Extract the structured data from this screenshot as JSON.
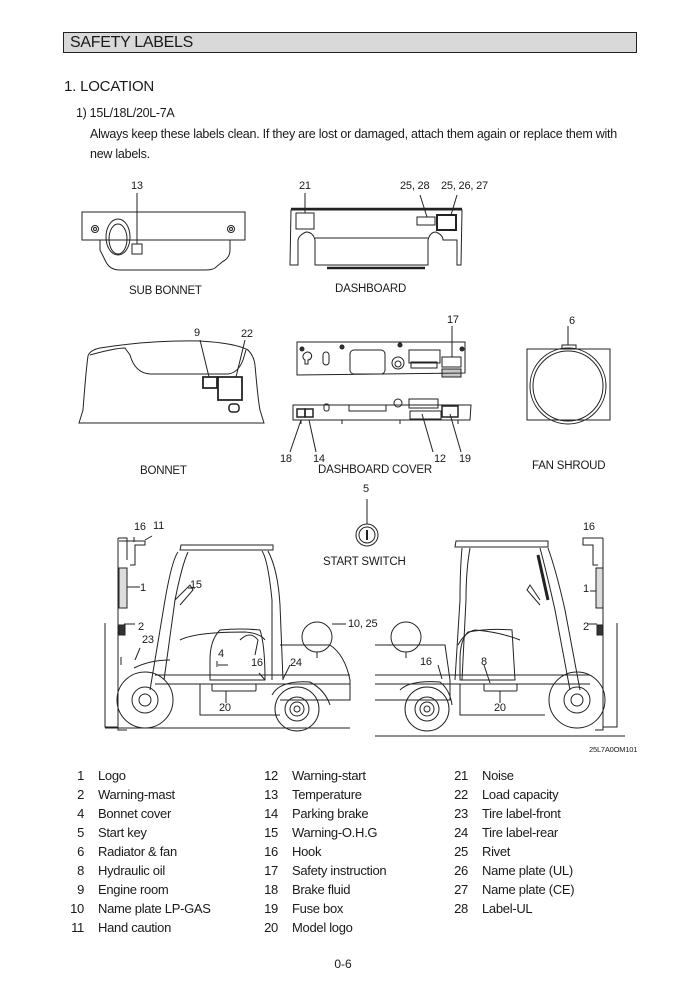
{
  "header": {
    "title": "SAFETY LABELS"
  },
  "section": {
    "heading": "1. LOCATION",
    "subheading": "1) 15L/18L/20L-7A",
    "paragraph": "Always keep these labels clean.  If they are lost or damaged, attach them again or replace them with  new labels."
  },
  "figures": {
    "sub_bonnet": {
      "caption": "SUB BONNET",
      "callouts": [
        "13"
      ]
    },
    "dashboard": {
      "caption": "DASHBOARD",
      "callouts": [
        "21",
        "25, 28",
        "25, 26, 27"
      ]
    },
    "bonnet": {
      "caption": "BONNET",
      "callouts": [
        "9",
        "22"
      ]
    },
    "dashboard_cover": {
      "caption": "DASHBOARD COVER",
      "callouts": [
        "17",
        "18",
        "14",
        "12",
        "19"
      ]
    },
    "fan_shroud": {
      "caption": "FAN SHROUD",
      "callouts": [
        "6"
      ]
    },
    "start_switch": {
      "caption": "START SWITCH",
      "callouts": [
        "5"
      ]
    },
    "forklift_left": {
      "callouts": [
        "16",
        "11",
        "1",
        "15",
        "2",
        "23",
        "4",
        "16",
        "24",
        "20",
        "10, 25"
      ]
    },
    "forklift_right": {
      "callouts": [
        "16",
        "1",
        "2",
        "16",
        "8",
        "20"
      ]
    },
    "figure_code": "25L7A0OM101"
  },
  "legend": {
    "columns": [
      [
        {
          "num": "1",
          "label": "Logo"
        },
        {
          "num": "2",
          "label": "Warning-mast"
        },
        {
          "num": "4",
          "label": "Bonnet cover"
        },
        {
          "num": "5",
          "label": "Start key"
        },
        {
          "num": "6",
          "label": "Radiator & fan"
        },
        {
          "num": "8",
          "label": "Hydraulic oil"
        },
        {
          "num": "9",
          "label": "Engine room"
        },
        {
          "num": "10",
          "label": "Name plate LP-GAS"
        },
        {
          "num": "11",
          "label": "Hand caution"
        }
      ],
      [
        {
          "num": "12",
          "label": "Warning-start"
        },
        {
          "num": "13",
          "label": "Temperature"
        },
        {
          "num": "14",
          "label": "Parking brake"
        },
        {
          "num": "15",
          "label": "Warning-O.H.G"
        },
        {
          "num": "16",
          "label": "Hook"
        },
        {
          "num": "17",
          "label": "Safety instruction"
        },
        {
          "num": "18",
          "label": "Brake fluid"
        },
        {
          "num": "19",
          "label": "Fuse box"
        },
        {
          "num": "20",
          "label": "Model logo"
        }
      ],
      [
        {
          "num": "21",
          "label": "Noise"
        },
        {
          "num": "22",
          "label": "Load capacity"
        },
        {
          "num": "23",
          "label": "Tire label-front"
        },
        {
          "num": "24",
          "label": "Tire label-rear"
        },
        {
          "num": "25",
          "label": "Rivet"
        },
        {
          "num": "26",
          "label": "Name plate (UL)"
        },
        {
          "num": "27",
          "label": "Name plate (CE)"
        },
        {
          "num": "28",
          "label": "Label-UL"
        }
      ]
    ]
  },
  "footer": {
    "page_number": "0-6"
  }
}
